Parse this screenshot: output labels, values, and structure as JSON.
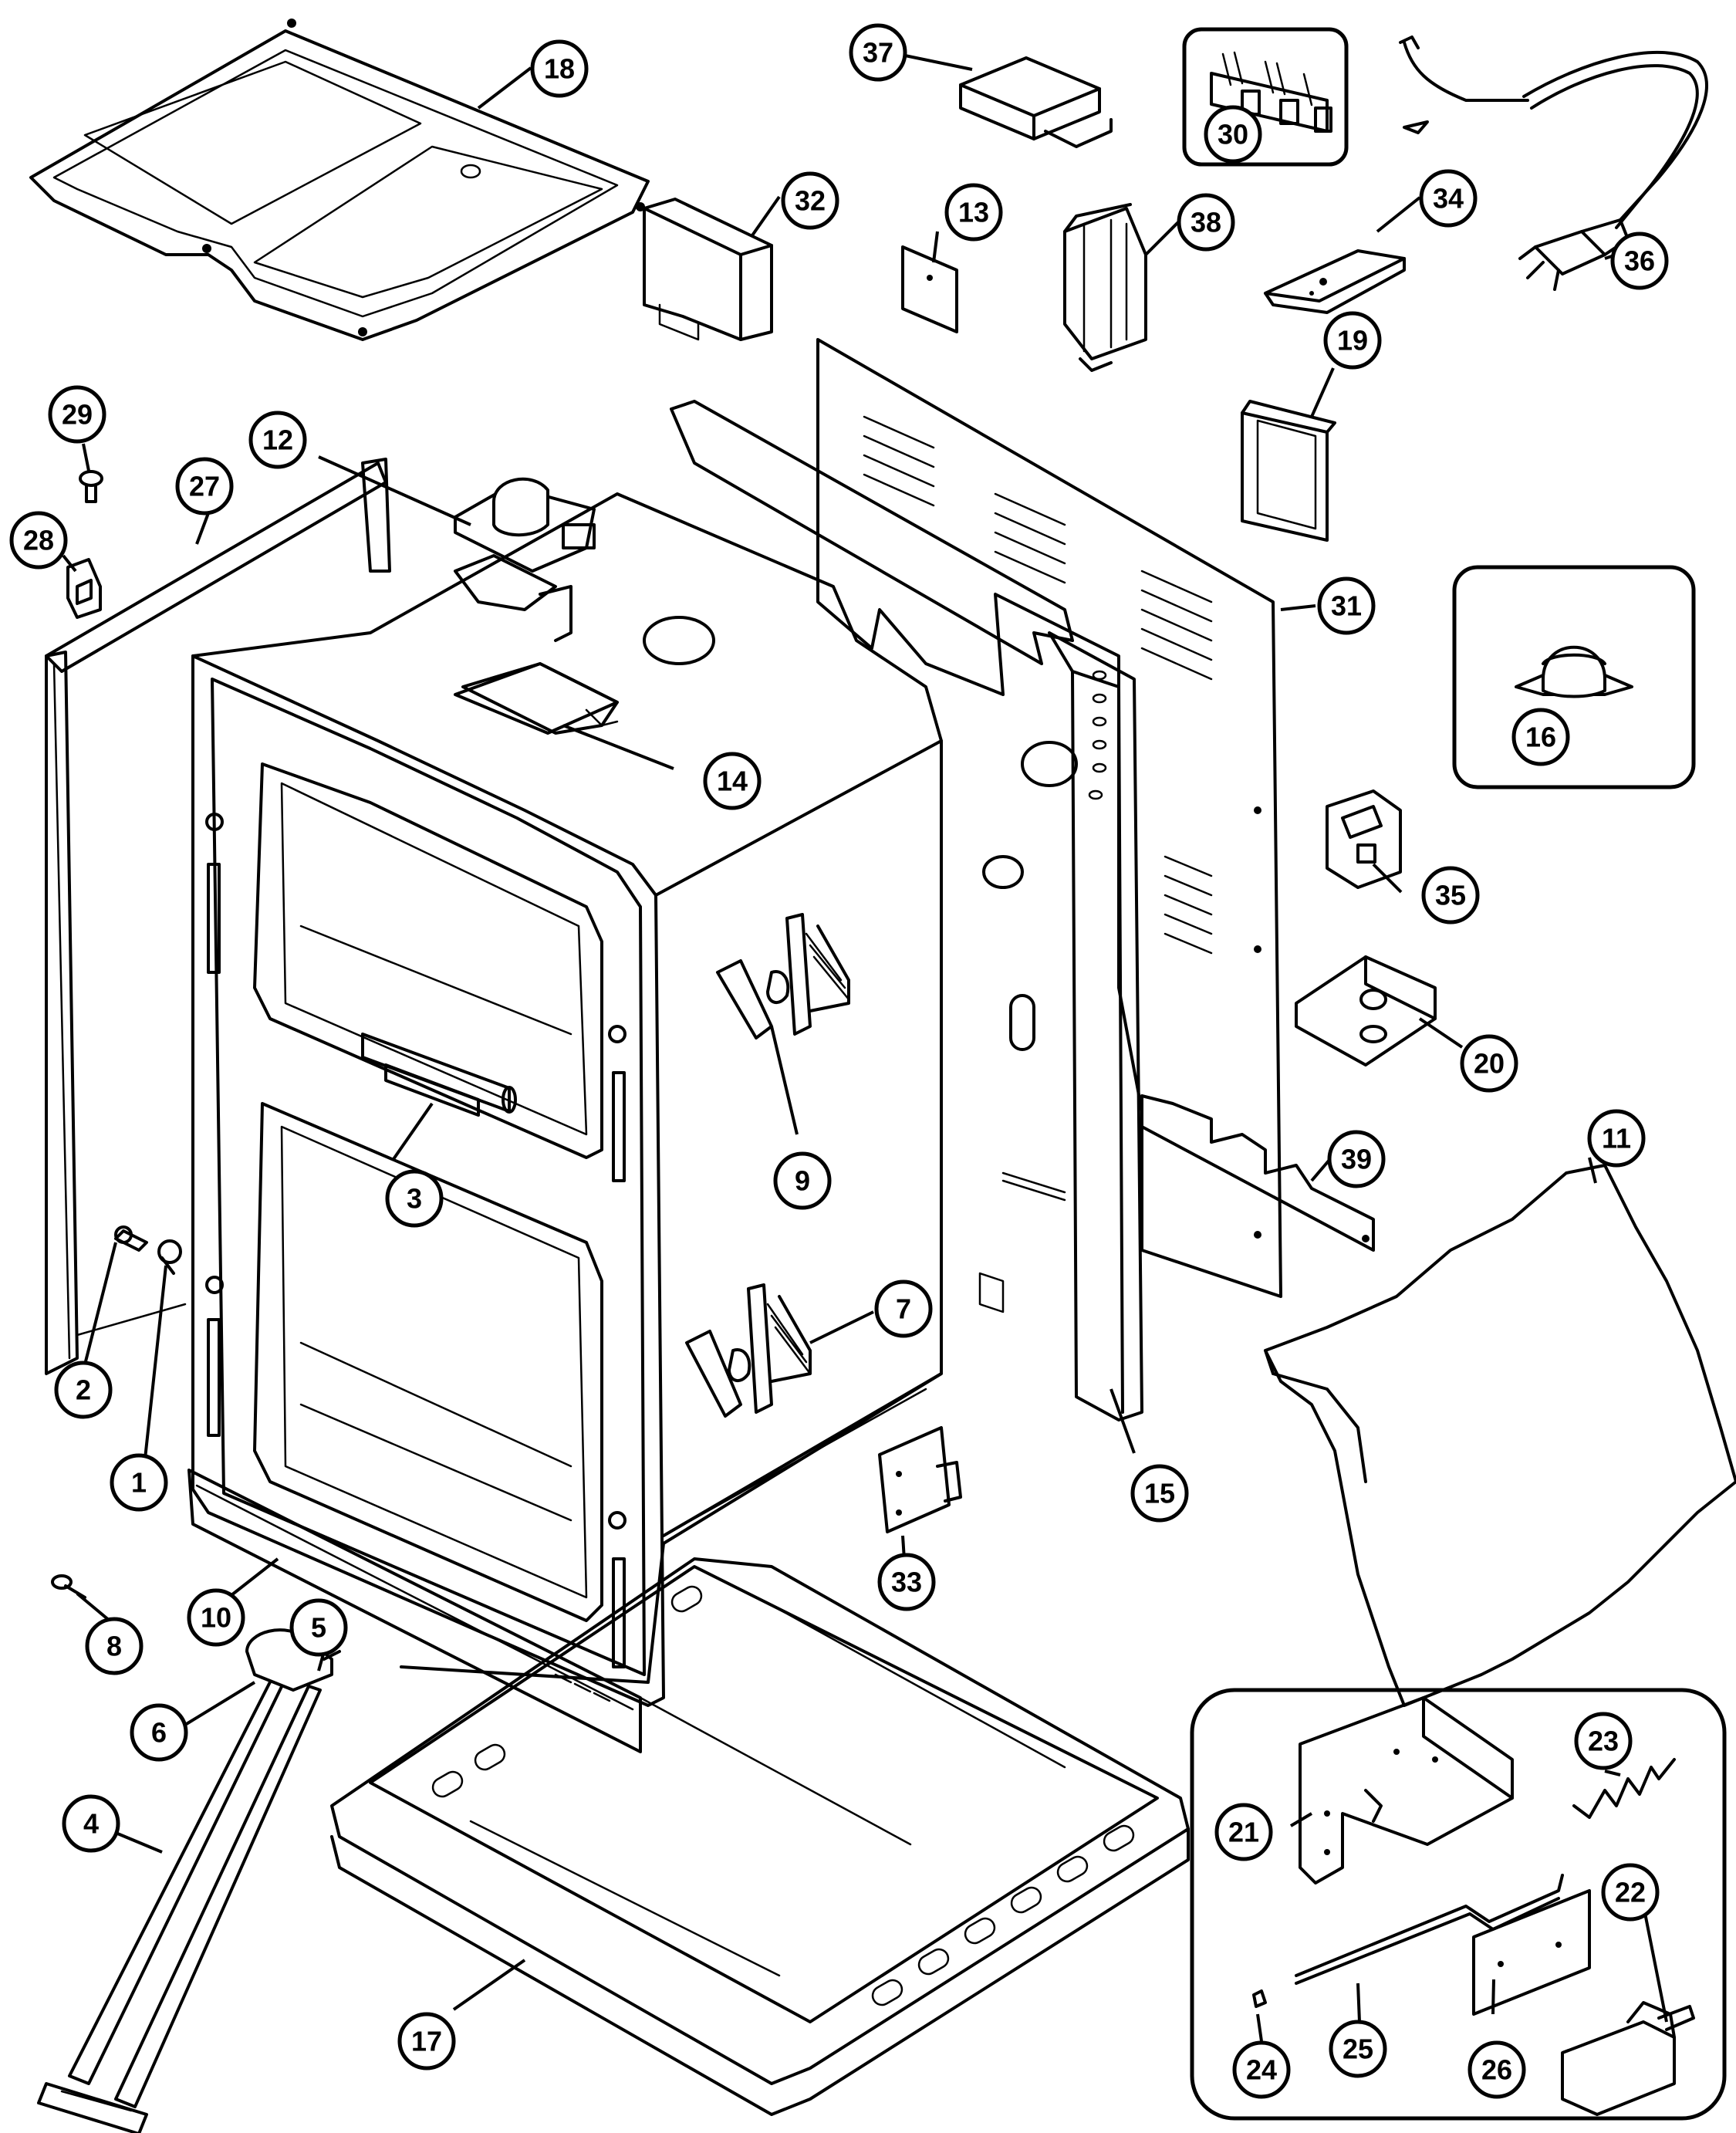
{
  "diagram": {
    "callouts": [
      {
        "id": "c1",
        "label": "1"
      },
      {
        "id": "c2",
        "label": "2"
      },
      {
        "id": "c3",
        "label": "3"
      },
      {
        "id": "c4",
        "label": "4"
      },
      {
        "id": "c5",
        "label": "5"
      },
      {
        "id": "c6",
        "label": "6"
      },
      {
        "id": "c7",
        "label": "7"
      },
      {
        "id": "c8",
        "label": "8"
      },
      {
        "id": "c9",
        "label": "9"
      },
      {
        "id": "c10",
        "label": "10"
      },
      {
        "id": "c11",
        "label": "11"
      },
      {
        "id": "c12",
        "label": "12"
      },
      {
        "id": "c13",
        "label": "13"
      },
      {
        "id": "c14",
        "label": "14"
      },
      {
        "id": "c15",
        "label": "15"
      },
      {
        "id": "c16",
        "label": "16"
      },
      {
        "id": "c17",
        "label": "17"
      },
      {
        "id": "c18",
        "label": "18"
      },
      {
        "id": "c19",
        "label": "19"
      },
      {
        "id": "c20",
        "label": "20"
      },
      {
        "id": "c21",
        "label": "21"
      },
      {
        "id": "c22",
        "label": "22"
      },
      {
        "id": "c23",
        "label": "23"
      },
      {
        "id": "c24",
        "label": "24"
      },
      {
        "id": "c25",
        "label": "25"
      },
      {
        "id": "c26",
        "label": "26"
      },
      {
        "id": "c27",
        "label": "27"
      },
      {
        "id": "c28",
        "label": "28"
      },
      {
        "id": "c29",
        "label": "29"
      },
      {
        "id": "c30",
        "label": "30"
      },
      {
        "id": "c31",
        "label": "31"
      },
      {
        "id": "c32",
        "label": "32"
      },
      {
        "id": "c33",
        "label": "33"
      },
      {
        "id": "c34",
        "label": "34"
      },
      {
        "id": "c35",
        "label": "35"
      },
      {
        "id": "c36",
        "label": "36"
      },
      {
        "id": "c37",
        "label": "37"
      },
      {
        "id": "c38",
        "label": "38"
      },
      {
        "id": "c39",
        "label": "39"
      }
    ]
  }
}
